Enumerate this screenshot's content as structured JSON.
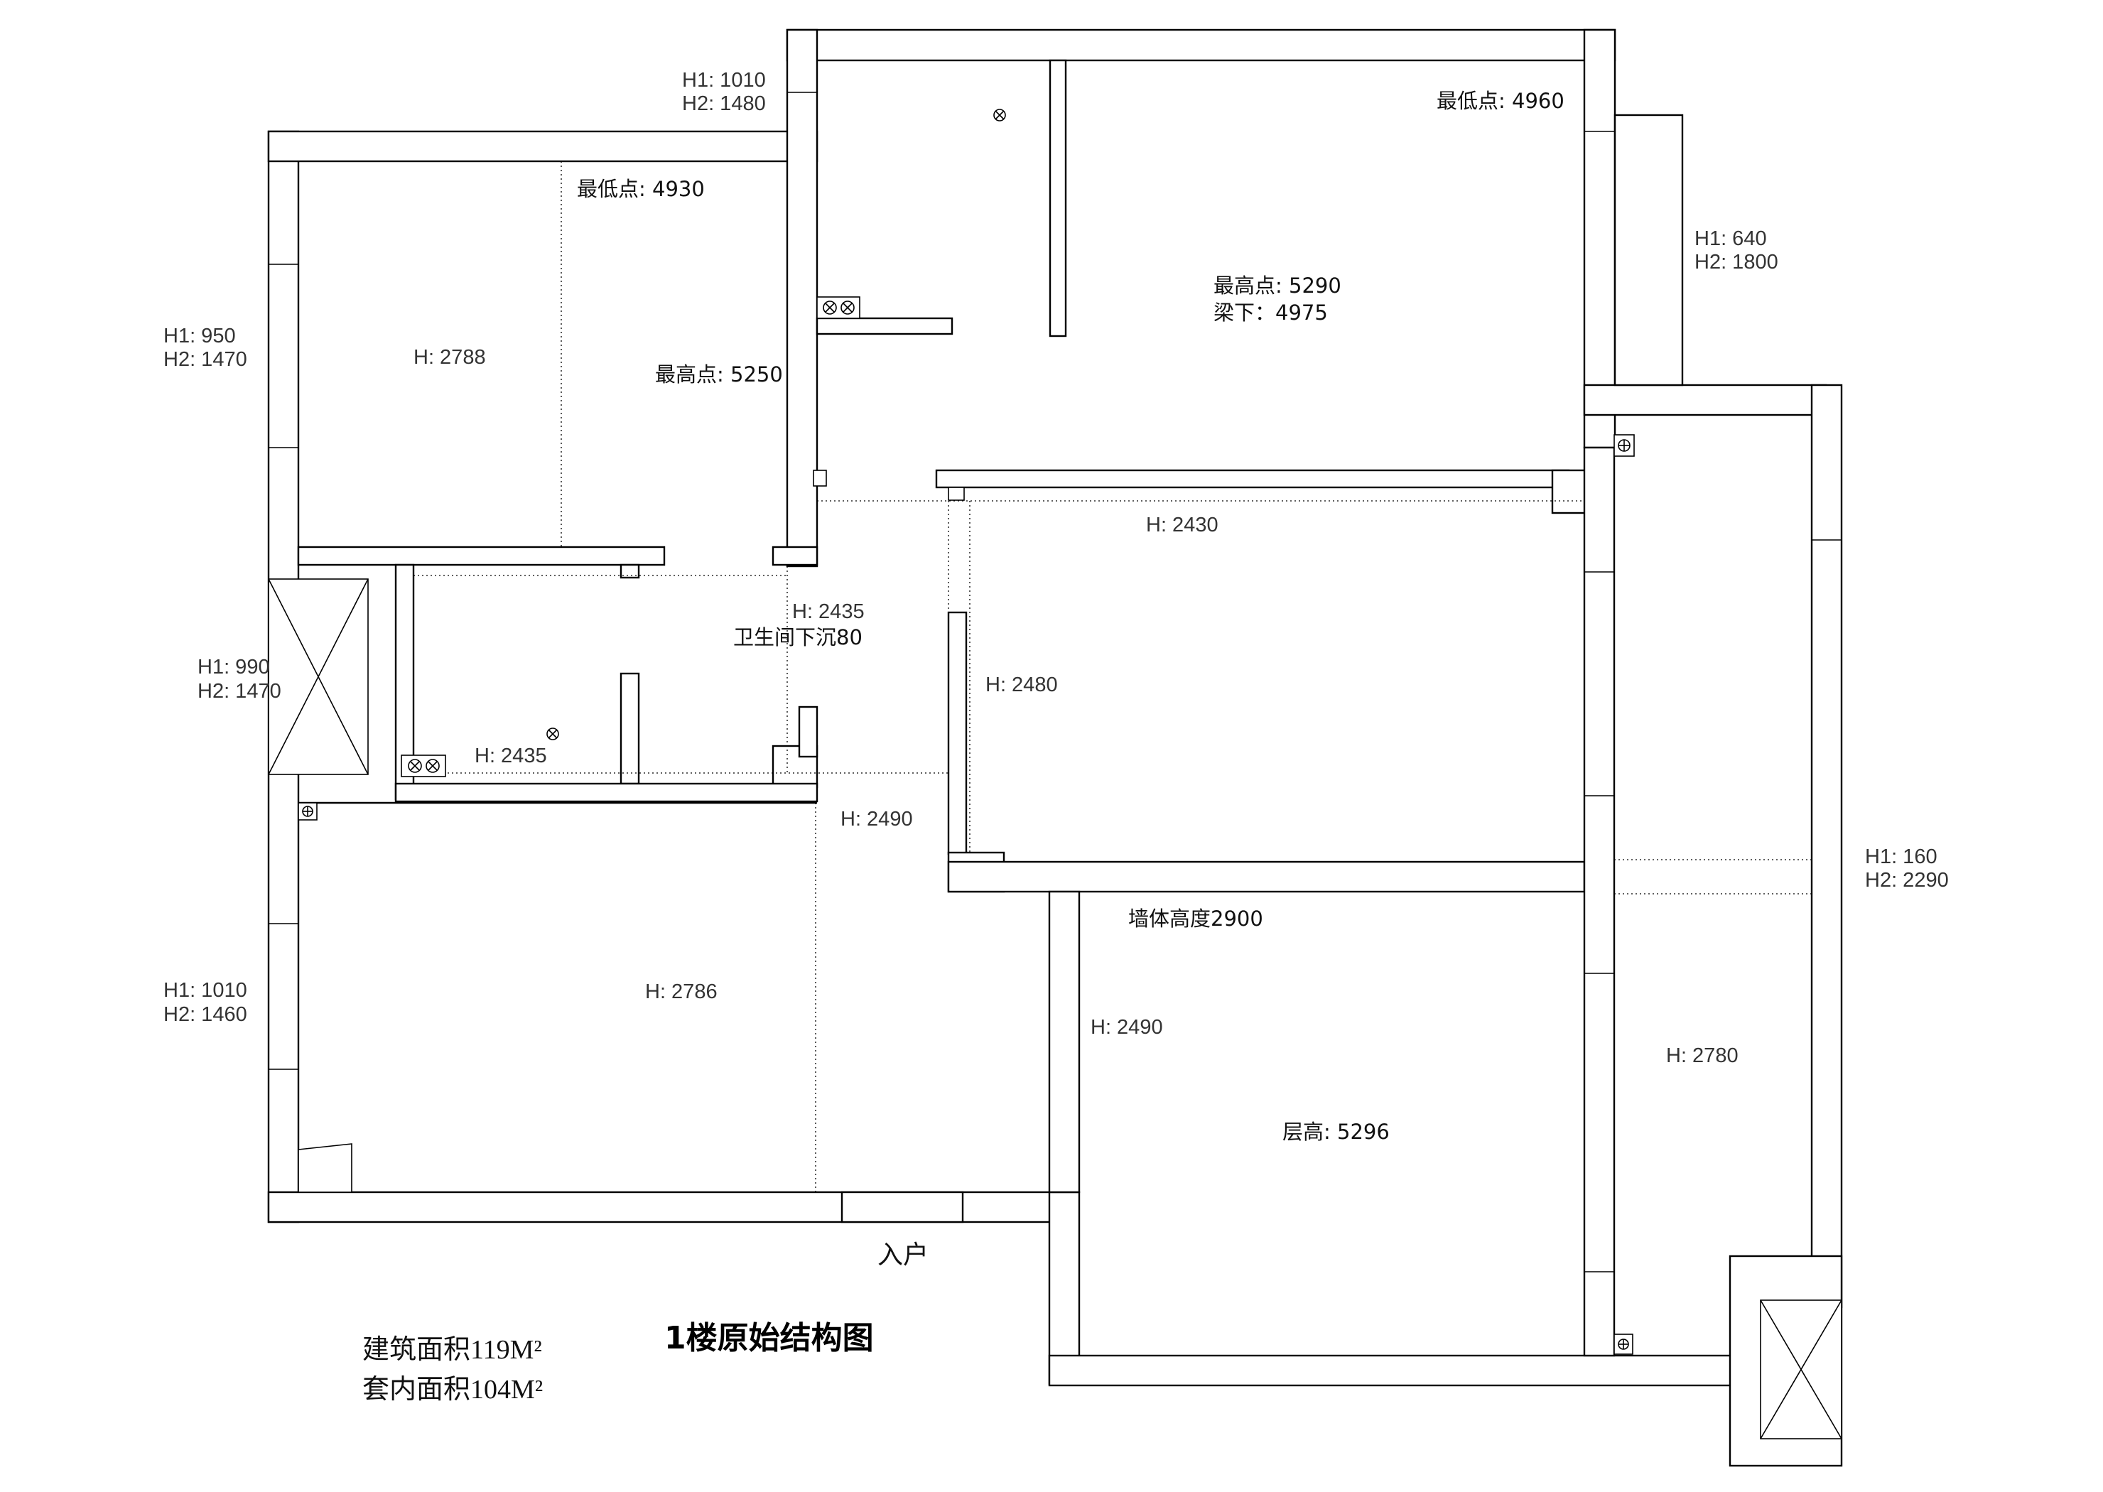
{
  "title": "1楼原始结构图",
  "entrance_label": "入户",
  "area": {
    "building": "建筑面积119M²",
    "inner": "套内面积104M²"
  },
  "window_labels": {
    "w_top": {
      "h1": "H1: 1010",
      "h2": "H2: 1480"
    },
    "w_left_upper": {
      "h1": "H1: 950",
      "h2": "H2: 1470"
    },
    "w_left_mid": {
      "h1": "H1: 990",
      "h2": "H2: 1470"
    },
    "w_left_lower": {
      "h1": "H1: 1010",
      "h2": "H2: 1460"
    },
    "w_right_upper": {
      "h1": "H1: 640",
      "h2": "H2: 1800"
    },
    "w_right_lower": {
      "h1": "H1: 160",
      "h2": "H2: 2290"
    }
  },
  "heights": {
    "room_top_left": "H: 2788",
    "lowest_top_left": "最低点: 4930",
    "highest_top_left": "最高点: 5250",
    "lowest_top_right": "最低点: 4960",
    "highest_top_right": "最高点: 5290",
    "beam_top_right": "梁下：4975",
    "corridor_beam": "H: 2430",
    "bath_door": "H: 2435",
    "bath_sink": "卫生间下沉80",
    "bath_lower": "H: 2435",
    "mid_room_left": "H: 2480",
    "living_beam": "H: 2490",
    "living_room": "H: 2786",
    "wall_height": "墙体高度2900",
    "lower_mid_left": "H: 2490",
    "floor_height": "层高: 5296",
    "right_room": "H: 2780"
  }
}
